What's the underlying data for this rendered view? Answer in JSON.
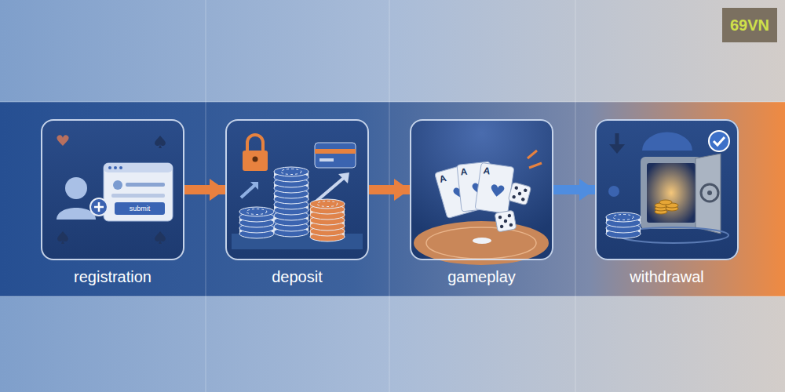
{
  "diagram": {
    "nodes": [
      {
        "text": [
          "registration"
        ]
      },
      {
        "text": [
          "deposit"
        ]
      },
      {
        "text": [
          "gameplay"
        ]
      },
      {
        "text": [
          "withdrawal"
        ]
      }
    ],
    "edges": [
      {
        "from": 0,
        "to": 1,
        "arrow": "to"
      },
      {
        "from": 1,
        "to": 2,
        "arrow": "to"
      },
      {
        "from": 2,
        "to": 3,
        "arrow": "to"
      }
    ],
    "labels": [
      "submit",
      "A",
      "A",
      "A",
      "69VN"
    ]
  }
}
